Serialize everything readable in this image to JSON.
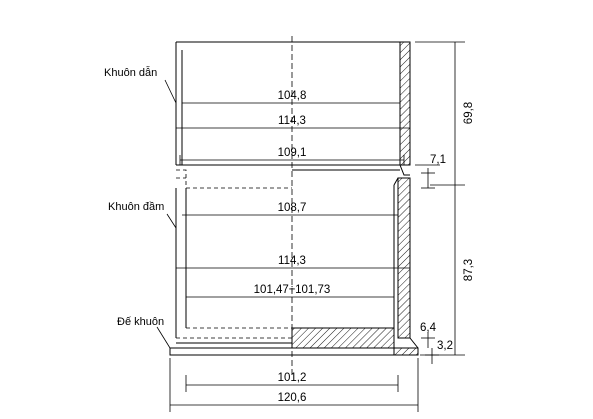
{
  "labels": {
    "collar": "Khuôn dẫn",
    "mold": "Khuôn đầm",
    "base": "Đế khuôn"
  },
  "dimensions": {
    "d_collar_inner": "104,8",
    "d_collar_outer": "114,3",
    "d_joint": "109,1",
    "d_mold_top": "108,7",
    "d_mold_outer": "114,3",
    "d_mold_inner": "101,47÷101,73",
    "d_base_inner": "101,2",
    "d_base_outer": "120,6",
    "h_collar": "69,8",
    "h_joint": "7,1",
    "h_mold": "87,3",
    "h_base_step": "6,4",
    "h_base_plate": "3,2"
  },
  "colors": {
    "line": "#000000",
    "background": "#ffffff"
  }
}
